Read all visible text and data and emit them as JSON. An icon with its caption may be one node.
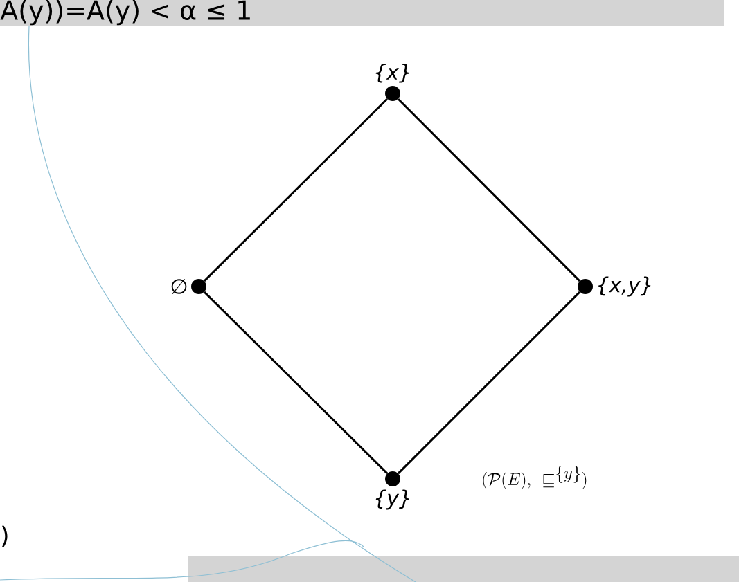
{
  "diagram": {
    "nodes": [
      {
        "text": [
          "{x}"
        ]
      },
      {
        "text": [
          "∅"
        ]
      },
      {
        "text": [
          "{x,y}"
        ]
      },
      {
        "text": [
          "{y}"
        ]
      }
    ],
    "edges": [
      {
        "from": 1,
        "to": 0,
        "arrow": "none"
      },
      {
        "from": 0,
        "to": 2,
        "arrow": "none"
      },
      {
        "from": 1,
        "to": 3,
        "arrow": "none"
      },
      {
        "from": 3,
        "to": 2,
        "arrow": "none"
      }
    ],
    "labels": [
      "A(y))=A(y) < α ≤ 1",
      ")",
      "(\\mathcal{P}(E),\\ \\sqsubseteq^{\\{y\\}})"
    ]
  }
}
